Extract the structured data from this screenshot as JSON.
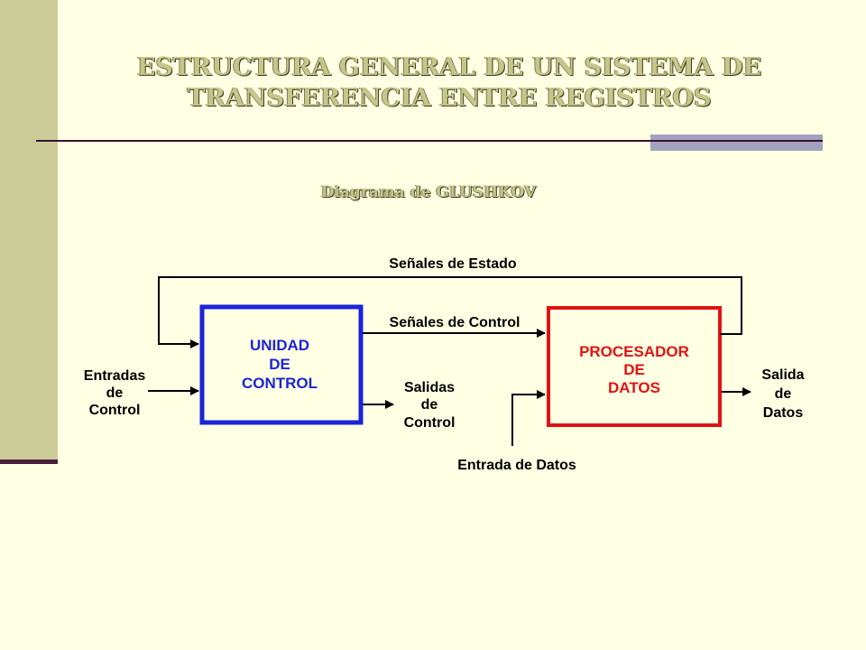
{
  "slide": {
    "title_line1": "ESTRUCTURA GENERAL DE UN SISTEMA DE",
    "title_line2": "TRANSFERENCIA ENTRE REGISTROS",
    "subtitle": "Diagrama de GLUSHKOV"
  },
  "diagram": {
    "control_unit": {
      "line1": "UNIDAD",
      "line2": "DE",
      "line3": "CONTROL",
      "color": "#1a24d8"
    },
    "data_processor": {
      "line1": "PROCESADOR",
      "line2": "DE",
      "line3": "DATOS",
      "color": "#e01313"
    },
    "labels": {
      "status_signals": "Señales de Estado",
      "control_signals": "Señales de Control",
      "control_inputs": [
        "Entradas",
        "de",
        "Control"
      ],
      "control_outputs": [
        "Salidas",
        "de",
        "Control"
      ],
      "data_output": [
        "Salida",
        "de",
        "Datos"
      ],
      "data_input": "Entrada de Datos"
    }
  },
  "colors": {
    "background": "#ffffe3",
    "side_bar": "#cccc99",
    "title": "#c6c68a",
    "rule": "#3a1030"
  }
}
